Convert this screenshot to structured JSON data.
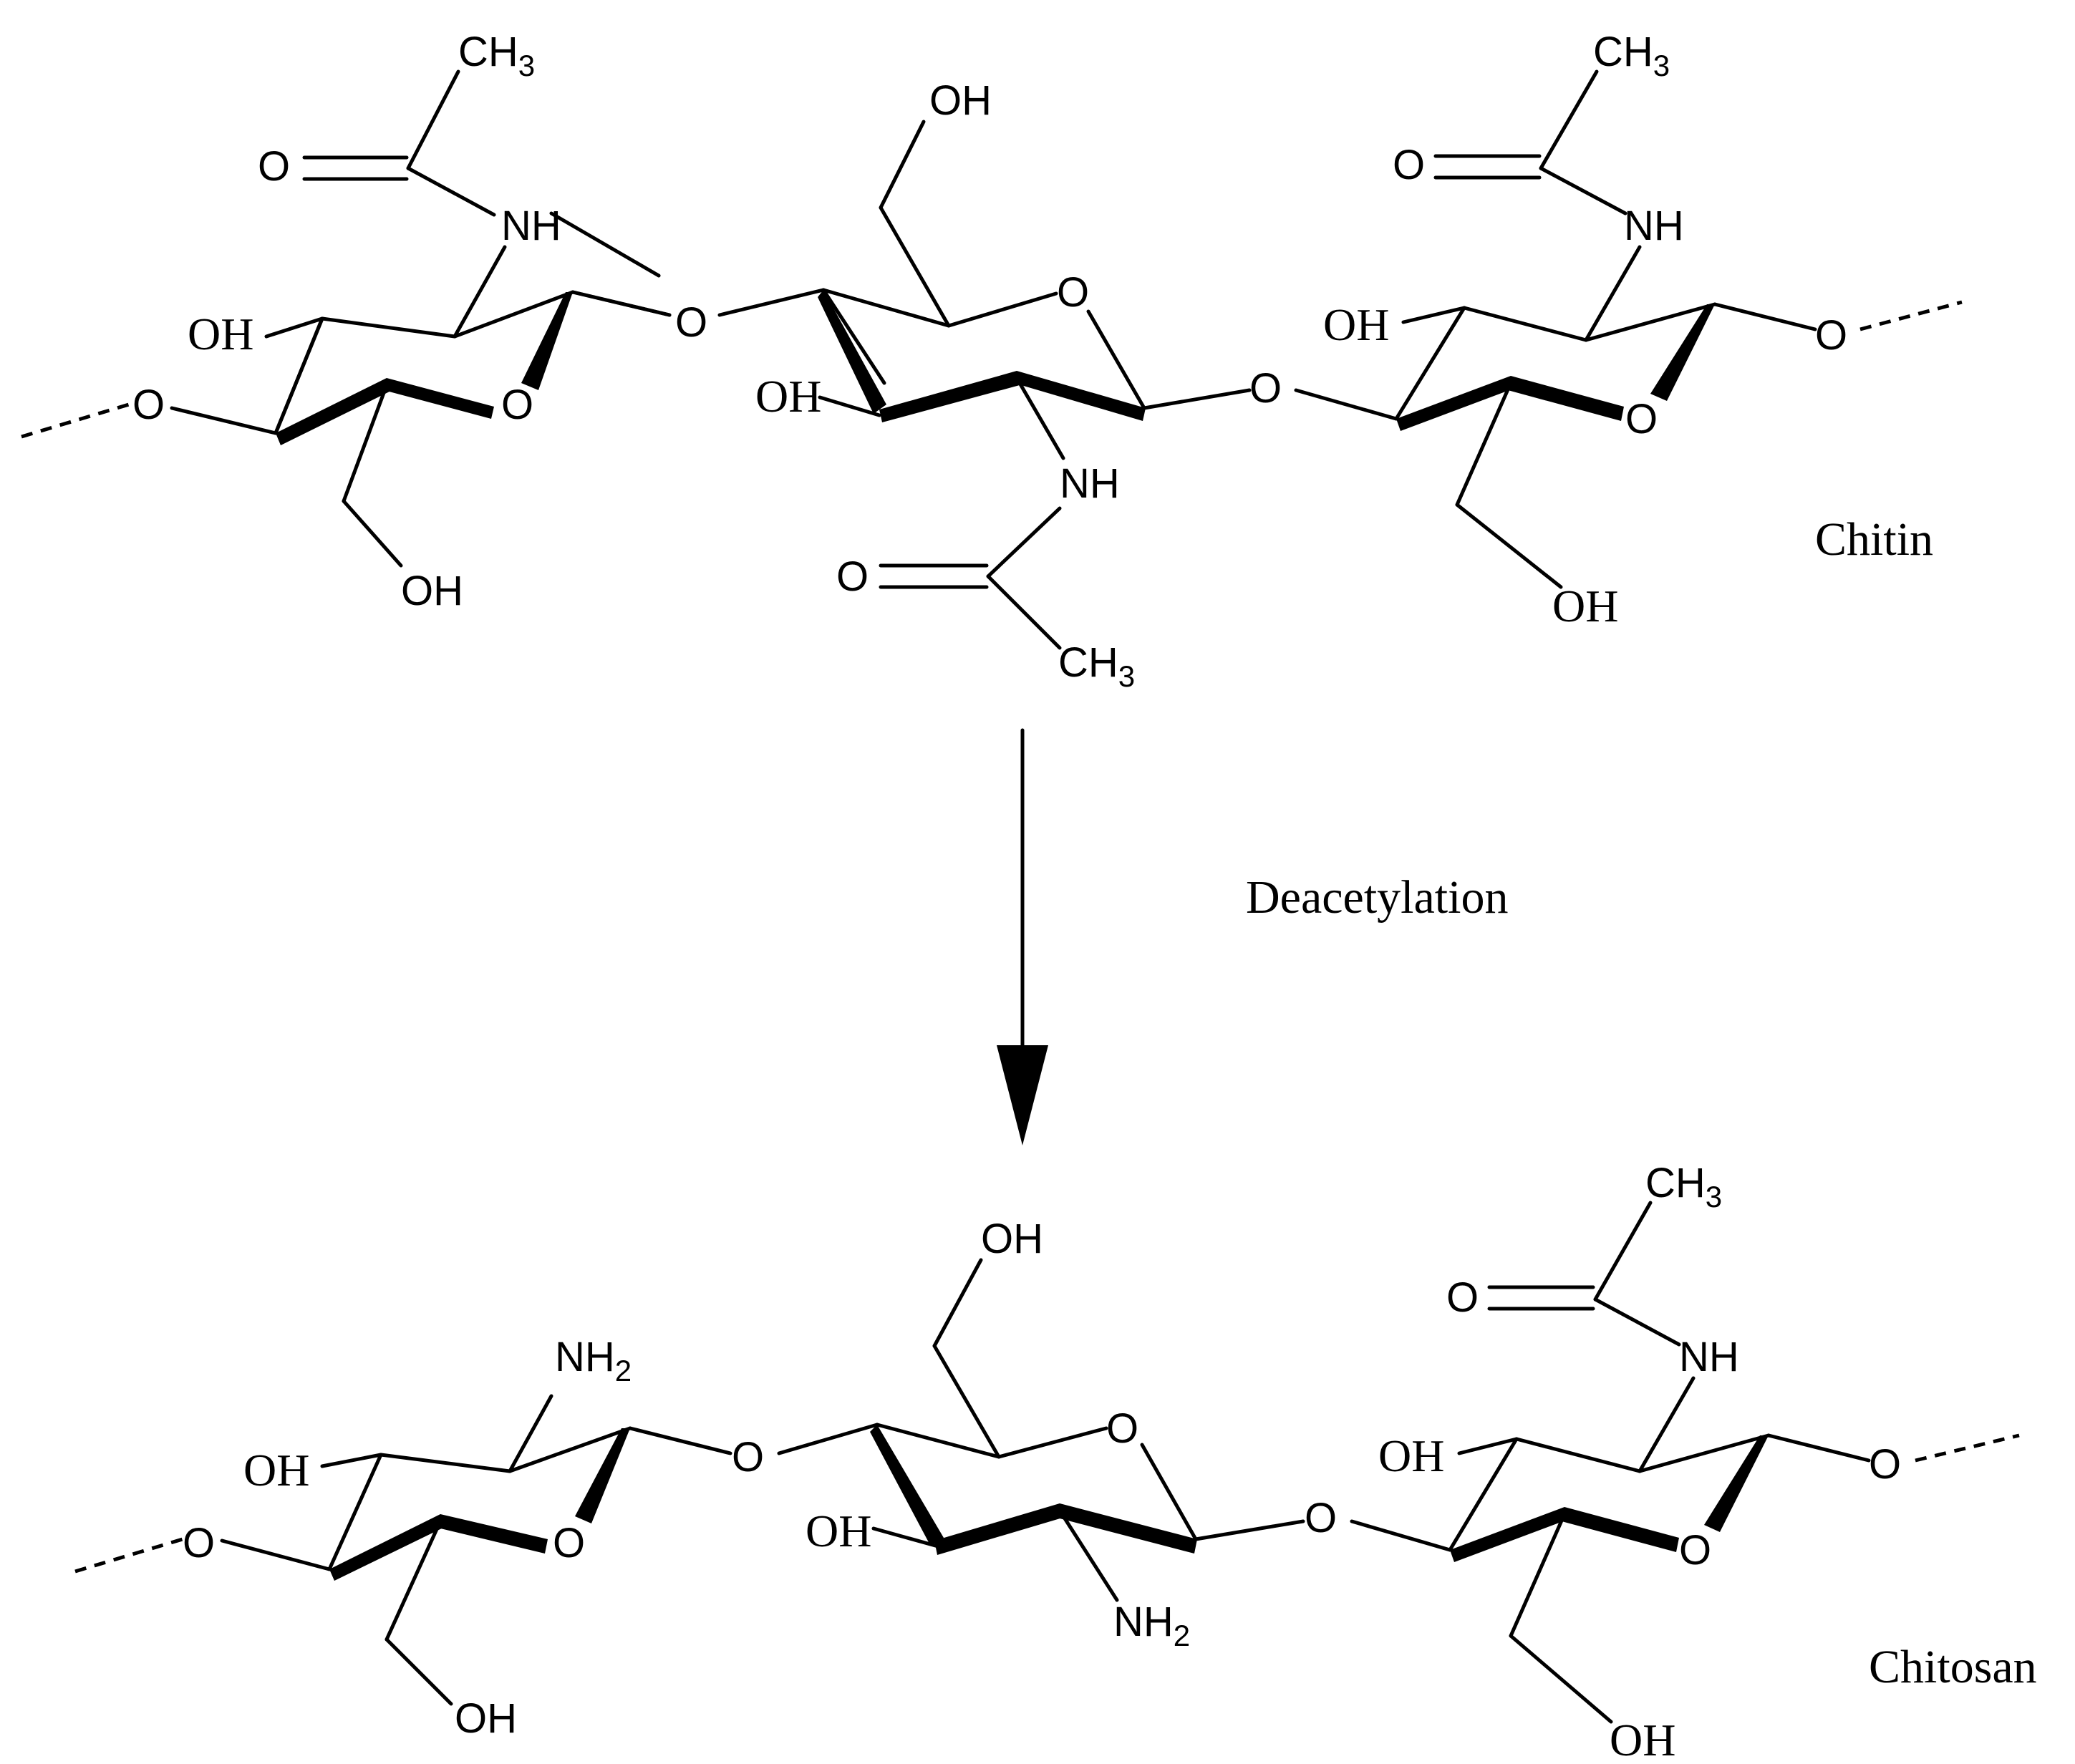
{
  "atoms": {
    "ch3": "CH",
    "three": "3",
    "nh": "NH",
    "nh2": "NH",
    "two": "2",
    "oh": "OH",
    "o": "O"
  },
  "labels": {
    "chitin": "Chitin",
    "chitosan": "Chitosan",
    "reaction": "Deacetylation"
  },
  "colors": {
    "ink": "#000000",
    "background": "#ffffff"
  }
}
